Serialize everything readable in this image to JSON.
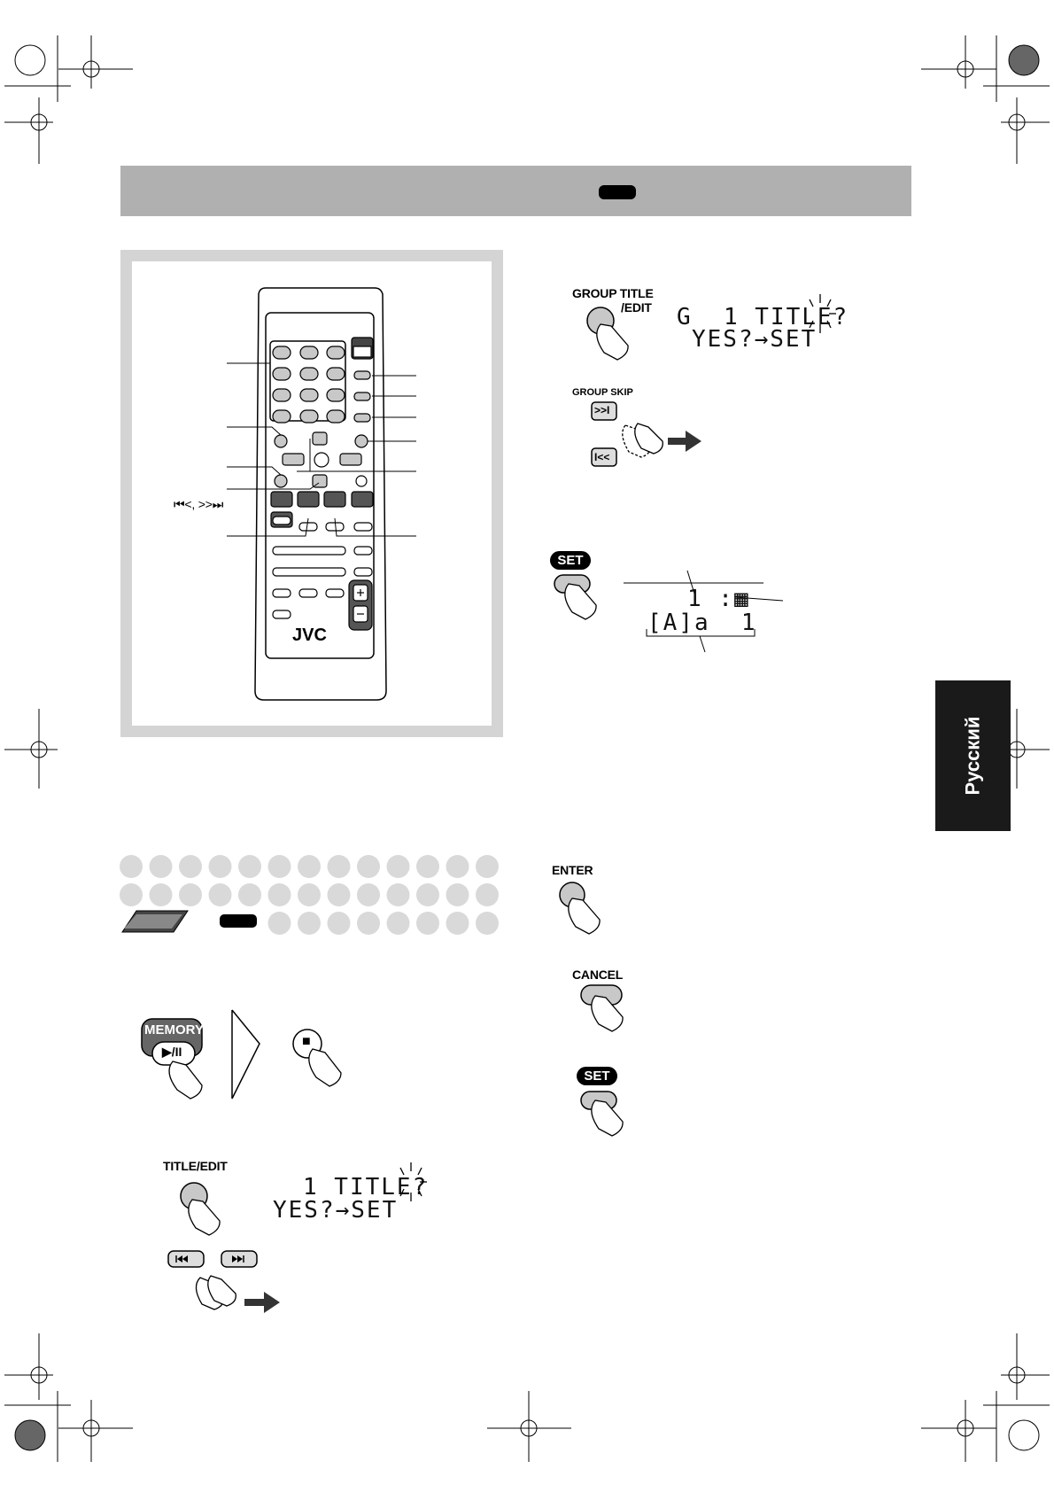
{
  "remote": {
    "brand": "JVC",
    "skip_label": "⏮<, >>⏭"
  },
  "steps": {
    "title_edit": {
      "button_label": "TITLE/EDIT",
      "lcd_line1": "1 TITLE?",
      "lcd_line2": "YES?→SET"
    },
    "memory": {
      "button_label": "MEMORY",
      "button_sub": "▶/II",
      "stop_symbol": "■"
    },
    "group_title": {
      "button_label_1": "GROUP TITLE",
      "button_label_2": "/EDIT",
      "lcd_line1": "G  1 TITLE?",
      "lcd_line2": "YES?→SET"
    },
    "group_skip": {
      "label": "GROUP SKIP",
      "next_symbol": ">>I",
      "prev_symbol": "I<<"
    },
    "set_1": {
      "pill_label": "SET",
      "lcd_line1": "1 :▦",
      "lcd_line2": "[A]a  1"
    },
    "enter": {
      "label": "ENTER"
    },
    "cancel": {
      "label": "CANCEL"
    },
    "set_2": {
      "pill_label": "SET"
    }
  },
  "side_tab": {
    "label": "Русский"
  },
  "colors": {
    "band": "#b0b0b0",
    "frame": "#d4d4d4",
    "dots": "#d9d9d9",
    "tab": "#1a1a1a"
  }
}
